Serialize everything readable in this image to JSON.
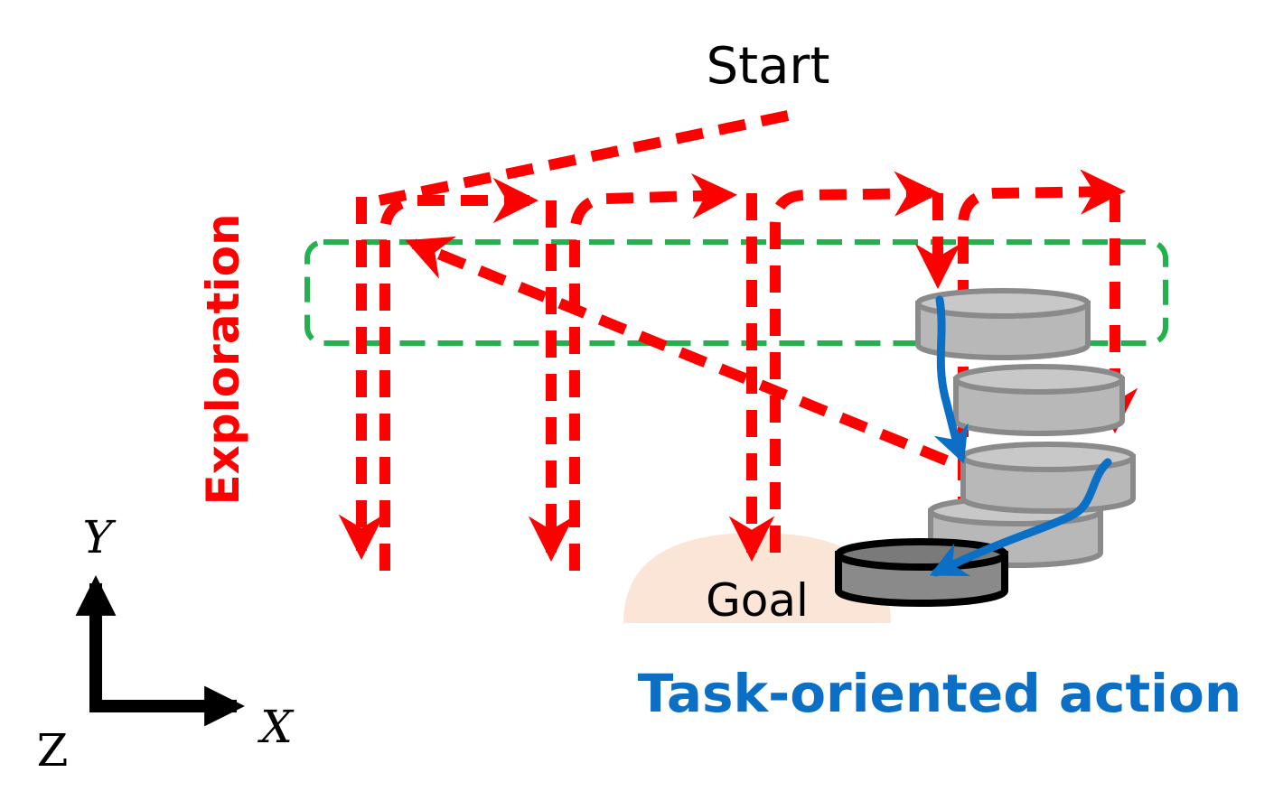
{
  "labels": {
    "start": "Start",
    "goal": "Goal",
    "exploration": "Exploration",
    "task": "Task-oriented action"
  },
  "axes": {
    "y": "Y",
    "x": "X",
    "z": "Z"
  },
  "colors": {
    "exploration": "#ff0000",
    "task": "#0b6fc6",
    "region": "#22b14c",
    "goal_zone": "#fbe5d6",
    "disk_fill": "#b8b8b8",
    "disk_stroke": "#8a8a8a",
    "target_fill": "#8a8a8a",
    "target_stroke": "#000000"
  }
}
